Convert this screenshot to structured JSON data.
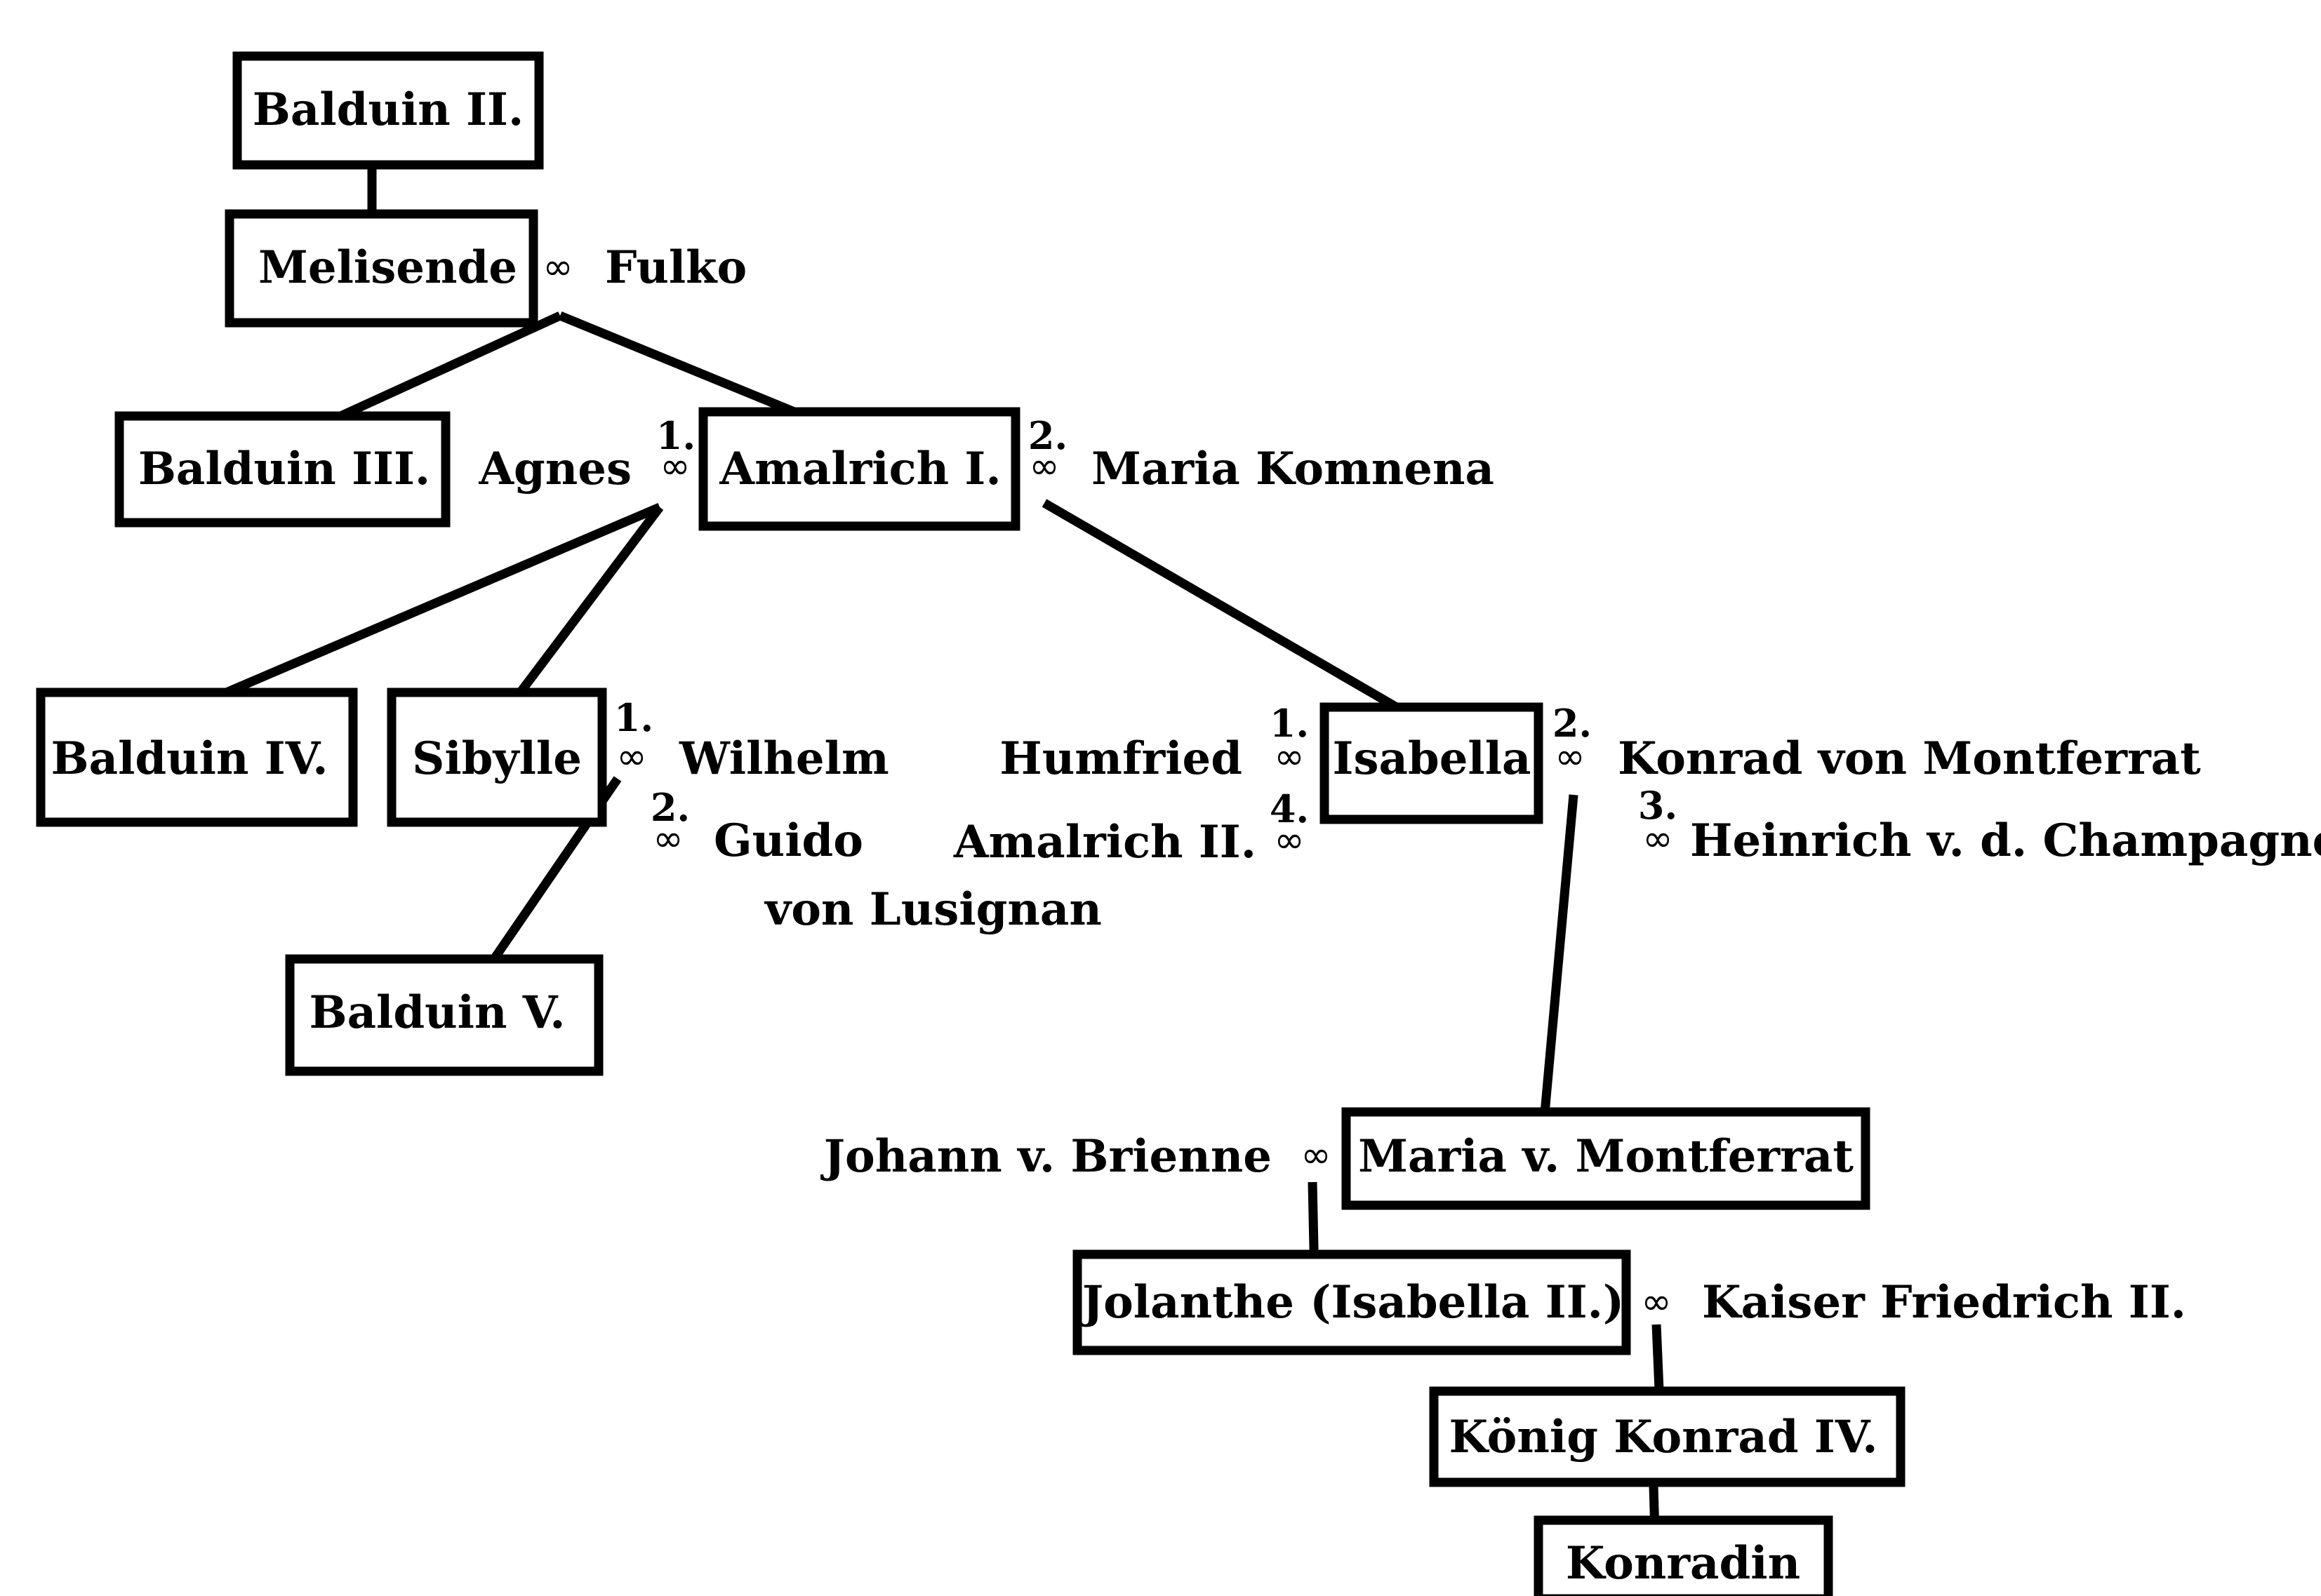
{
  "people": {
    "balduin_2": "Balduin II.",
    "melisende": "Melisende",
    "fulko": "Fulko",
    "balduin_3": "Balduin III.",
    "agnes": "Agnes",
    "amalrich_1": "Amalrich I.",
    "maria_komnena": "Maria Komnena",
    "balduin_4": "Balduin IV.",
    "sibylle": "Sibylle",
    "wilhelm": "Wilhelm",
    "guido_line1": "Guido",
    "guido_line2": "von Lusignan",
    "balduin_5": "Balduin V.",
    "humfried": "Humfried",
    "amalrich_2": "Amalrich II.",
    "isabella": "Isabella",
    "konrad_montferrat": "Konrad von Montferrat",
    "heinrich": "Heinrich v. d. Champagne",
    "johann": "Johann v. Brienne",
    "maria_montferrat": "Maria v. Montferrat",
    "jolanthe": "Jolanthe (Isabella II.)",
    "friedrich": "Kaiser Friedrich II.",
    "konrad_4": "König Konrad IV.",
    "konradin": "Konradin"
  },
  "marriage_symbol": "∞",
  "ordinals": {
    "first": "1.",
    "second": "2.",
    "third": "3.",
    "fourth": "4."
  }
}
